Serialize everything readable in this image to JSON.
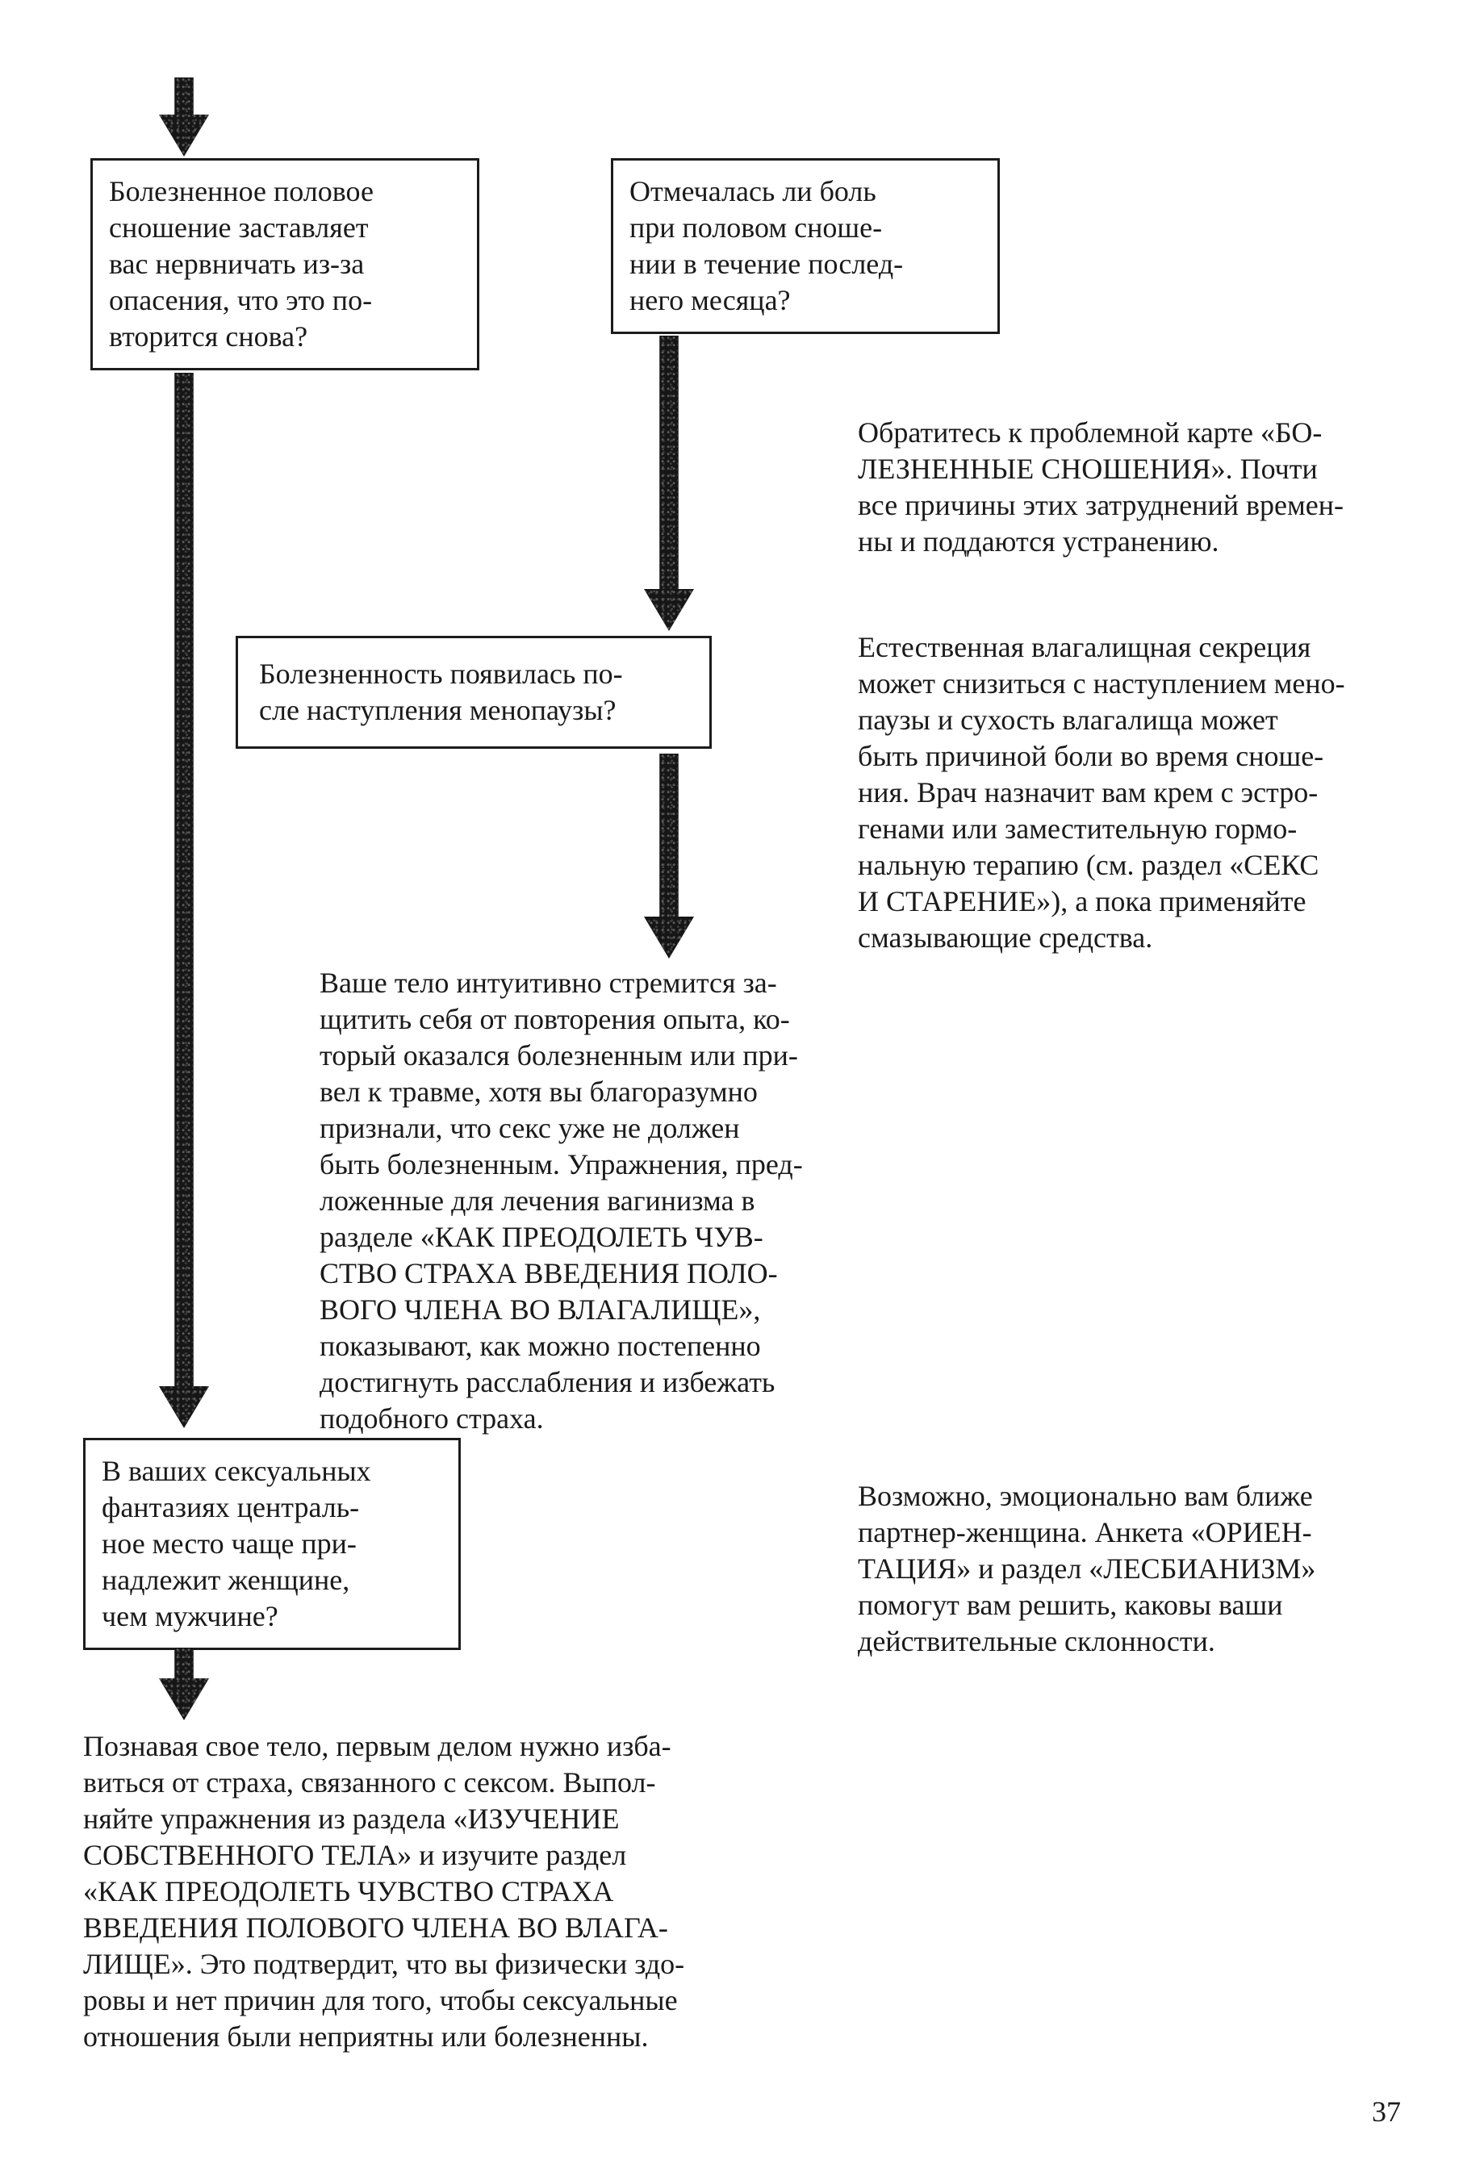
{
  "colors": {
    "ink": "#1a1a1a",
    "paper": "#ffffff"
  },
  "icons": {
    "flow_arrow": "down-arrow-stippled"
  },
  "flowchart": {
    "box1": {
      "lines": [
        "Болезненное половое",
        "сношение заставляет",
        "вас нервничать из-за",
        "опасения, что это по-",
        "вторится снова?"
      ]
    },
    "box2": {
      "lines": [
        "Отмечалась ли боль",
        "при половом сноше-",
        "нии в течение послед-",
        "него месяца?"
      ]
    },
    "box3": {
      "lines": [
        "Болезненность появилась по-",
        "сле наступления менопаузы?"
      ]
    },
    "box4": {
      "lines": [
        "В ваших сексуальных",
        "фантазиях централь-",
        "ное место чаще при-",
        "надлежит женщине,",
        "чем мужчине?"
      ]
    }
  },
  "notes": {
    "note1": {
      "lines": [
        "Обратитесь к проблемной карте «БО-",
        "ЛЕЗНЕННЫЕ СНОШЕНИЯ». Почти",
        "все причины этих затруднений времен-",
        "ны и поддаются устранению."
      ]
    },
    "note2": {
      "lines": [
        "Естественная влагалищная секреция",
        "может снизиться с наступлением мено-",
        "паузы и сухость влагалища может",
        "быть причиной боли во время сноше-",
        "ния. Врач назначит вам крем с эстро-",
        "генами или заместительную гормо-",
        "нальную терапию (см. раздел «СЕКС",
        "И СТАРЕНИЕ»), а пока применяйте",
        "смазывающие средства."
      ]
    },
    "note3": {
      "lines": [
        "Ваше тело интуитивно стремится за-",
        "щитить себя от повторения опыта, ко-",
        "торый оказался болезненным или при-",
        "вел к травме, хотя вы благоразумно",
        "признали, что секс уже не должен",
        "быть болезненным. Упражнения, пред-",
        "ложенные для лечения вагинизма в",
        "разделе «КАК ПРЕОДОЛЕТЬ ЧУВ-",
        "СТВО СТРАХА ВВЕДЕНИЯ ПОЛО-",
        "ВОГО ЧЛЕНА ВО ВЛАГАЛИЩЕ»,",
        "показывают, как можно постепенно",
        "достигнуть расслабления и избежать",
        "подобного страха."
      ]
    },
    "note4": {
      "lines": [
        "Возможно, эмоционально вам ближе",
        "партнер-женщина. Анкета «ОРИЕН-",
        "ТАЦИЯ» и раздел «ЛЕСБИАНИЗМ»",
        "помогут вам решить, каковы ваши",
        "действительные склонности."
      ]
    },
    "note5": {
      "lines": [
        "Познавая свое тело, первым делом нужно изба-",
        "виться от страха, связанного с сексом. Выпол-",
        "няйте упражнения из раздела «ИЗУЧЕНИЕ",
        "СОБСТВЕННОГО ТЕЛА» и изучите раздел",
        "«КАК ПРЕОДОЛЕТЬ ЧУВСТВО СТРАХА",
        "ВВЕДЕНИЯ ПОЛОВОГО ЧЛЕНА ВО ВЛАГА-",
        "ЛИЩЕ». Это подтвердит, что вы физически здо-",
        "ровы и нет причин для того, чтобы сексуальные",
        "отношения были неприятны или болезненны."
      ]
    }
  },
  "page": {
    "number": "37"
  }
}
